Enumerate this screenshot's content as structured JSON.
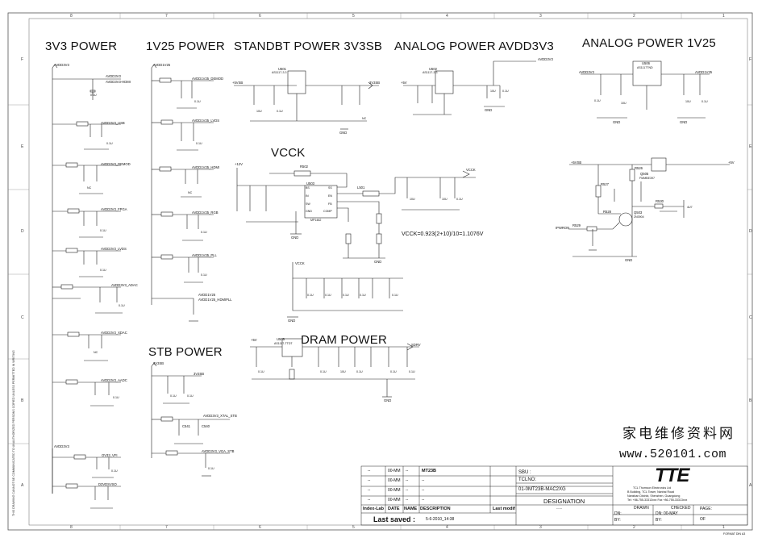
{
  "sections": {
    "power_3v3": "3V3 POWER",
    "power_1v25": "1V25 POWER",
    "standby": "STANDBT POWER 3V3SB",
    "analog_avdd": "ANALOG POWER AVDD3V3",
    "analog_1v25": "ANALOG POWER 1V25",
    "vcck": "VCCK",
    "stb": "STB POWER",
    "dram": "DRAM POWER"
  },
  "formula": "VCCK=0.923(2+10)/10=1.1076V",
  "nets": {
    "avdd3v3": "AVDD3V3",
    "avdd3v3_hdmi": "AVDD3V3-HDMI",
    "avdd3v3_usb": "AVDD3V3_USB",
    "avdd3v3_demod": "AVDD3V3_DEMOD",
    "avdd3v3_fpga": "AVDD3V3_FPGA",
    "avdd3v3_lvds": "AVDD3V3_LVDS",
    "avdd3v3_adac": "AVDD3V3_ADAC",
    "avdd3v3_xdac": "AVDD3V3_XDAC",
    "avdd3v3_aadc": "AVDD3V3_AADC",
    "avdd1v25": "AVDD1V25",
    "avdd1v25_demod": "AVDD1V25_DEMOD",
    "avdd1v25_lvds": "AVDD1V25_LVDS",
    "avdd1v25_hdmi": "AVDD1V25_HDMI",
    "avdd1v25_rgb": "AVDD1V25_RGB",
    "avdd1v25_pll": "AVDD1V25_PLL",
    "avdd1v25_hdmipll": "AVDD1V25_HDMIPLL",
    "v5sb": "+5VSB",
    "v3sb": "3V3SB",
    "v5": "+5V",
    "v12": "+12V",
    "vcck": "VCCK",
    "sdrv": "SDRV",
    "gnd": "GND",
    "avdd3v3_xtal": "AVDD3V3_XTAL_STB",
    "avdd3v3_vga": "AVDD3V3_VGA_STB",
    "ov33": "OV33_VFI",
    "d3v": "D3VDSVSO",
    "ipwron": "IPWRON",
    "avdd1v25_right": "AVDD1V25"
  },
  "parts": {
    "u501": "U501",
    "ams_a": "AS1117-3.3",
    "ams_b": "AS1117-3.3",
    "u502": "U502",
    "u503": "U503",
    "u503_part": "MP1482",
    "u505": "U505",
    "u505_part": "AS1117-TTDT",
    "u506": "U506",
    "u506_part": "AS1117TND",
    "q505": "Q505",
    "q505_part": "FMMBE397",
    "q503": "Q503",
    "q503_part": "2N3904",
    "pin_bs": "BS",
    "pin_in": "IN",
    "pin_sw": "SW",
    "pin_gnd": "GND",
    "pin_en": "EN",
    "pin_fb": "FB",
    "pin_comp": "COMP",
    "pin_ss": "SS",
    "r502": "R502",
    "l501": "L501",
    "r527": "R527",
    "r526": "R526",
    "r528": "R528",
    "r529": "R529",
    "r530": "R530",
    "c540": "C540",
    "c541": "C541"
  },
  "caps": {
    "c_01u": "0.1U",
    "c_10u": "10U",
    "c_nc": "NC",
    "c_47u": "4U7"
  },
  "frame": {
    "cols": [
      "8",
      "7",
      "6",
      "5",
      "4",
      "3",
      "2",
      "1"
    ],
    "rows": [
      "F",
      "E",
      "D",
      "C",
      "B",
      "A"
    ],
    "side_note": "THIS DRAWING CANNOT BE COMMUNICATED TO UNAUTHORIZED PERSONS COPIED UNLESS PERMITTED IN WRITING",
    "format": "FORMAT DIN A3"
  },
  "watermark": {
    "line1": "家电维修资料网",
    "line2": "www.520101.com"
  },
  "title_block": {
    "rev_rows": [
      {
        "idx": "--",
        "date": "00-MM",
        "name": "--",
        "desc": "MT23B"
      },
      {
        "idx": "--",
        "date": "00-MM",
        "name": "--",
        "desc": "--"
      },
      {
        "idx": "--",
        "date": "00-MM",
        "name": "--",
        "desc": "--"
      },
      {
        "idx": "--",
        "date": "00-MM",
        "name": "--",
        "desc": "--"
      }
    ],
    "hdr_index": "Index-Lab",
    "hdr_date": "DATE",
    "hdr_name": "NAME",
    "hdr_desc": "DESCRIPTION",
    "hdr_last": "Last modif",
    "last_saved_label": "Last saved :",
    "last_saved_value": "5-6-2010_14:38",
    "sbu_label": "SBU :",
    "tclno_label": "TCLNO:",
    "model": "01-0MT23B-MAC2XG",
    "designation_label": "DESIGNATION",
    "designation_value": "------",
    "company": "TCL Thomson Electronics Ltd",
    "address1": "B Building, TCL Tower, Nanhai Road",
    "address2": "Nanshan District, Shenzhen, Guangdong",
    "tel": "Tel: +86-755-33313xxx    Fax +86-755-33313xxx",
    "drawn": "DRAWN",
    "checked": "CHECKED",
    "page": "PAGE:",
    "dn": "DN:",
    "dn_val": "00-MAY",
    "by": "BY:",
    "of": "OF",
    "logo": "TTE"
  }
}
